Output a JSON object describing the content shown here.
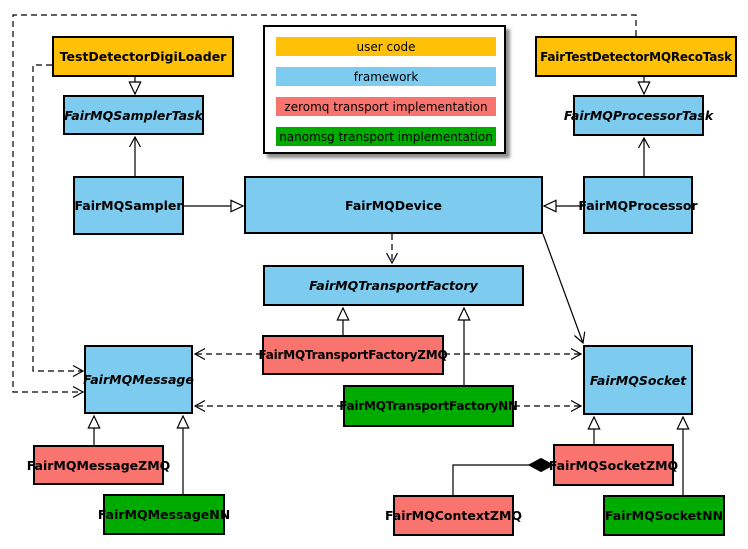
{
  "palette": {
    "user_code": "#FFC107",
    "framework": "#7DCBEE",
    "zeromq": "#F9746F",
    "nanomsg": "#00AB00",
    "line": "#000000",
    "background": "#FFFFFF"
  },
  "legend": {
    "items": [
      {
        "label": "user code",
        "color": "#FFC107"
      },
      {
        "label": "framework",
        "color": "#7DCBEE"
      },
      {
        "label": "zeromq transport implementation",
        "color": "#F9746F"
      },
      {
        "label": "nanomsg transport implementation",
        "color": "#00AB00"
      }
    ]
  },
  "nodes": {
    "digiloader": {
      "label": "TestDetectorDigiLoader",
      "category": "user code"
    },
    "recotask": {
      "label": "FairTestDetectorMQRecoTask",
      "category": "user code"
    },
    "samplertask": {
      "label": "FairMQSamplerTask",
      "category": "framework",
      "abstract": true
    },
    "processortask": {
      "label": "FairMQProcessorTask",
      "category": "framework",
      "abstract": true
    },
    "sampler": {
      "label": "FairMQSampler",
      "category": "framework"
    },
    "processor": {
      "label": "FairMQProcessor",
      "category": "framework"
    },
    "device": {
      "label": "FairMQDevice",
      "category": "framework"
    },
    "transportfactory": {
      "label": "FairMQTransportFactory",
      "category": "framework",
      "abstract": true
    },
    "tfzmq": {
      "label": "FairMQTransportFactoryZMQ",
      "category": "zeromq"
    },
    "tfnn": {
      "label": "FairMQTransportFactoryNN",
      "category": "nanomsg"
    },
    "message": {
      "label": "FairMQMessage",
      "category": "framework",
      "abstract": true
    },
    "socket": {
      "label": "FairMQSocket",
      "category": "framework",
      "abstract": true
    },
    "messagezmq": {
      "label": "FairMQMessageZMQ",
      "category": "zeromq"
    },
    "messagenn": {
      "label": "FairMQMessageNN",
      "category": "nanomsg"
    },
    "socketzmq": {
      "label": "FairMQSocketZMQ",
      "category": "zeromq"
    },
    "socketnn": {
      "label": "FairMQSocketNN",
      "category": "nanomsg"
    },
    "contextzmq": {
      "label": "FairMQContextZMQ",
      "category": "zeromq"
    }
  },
  "edges": [
    {
      "from": "TestDetectorDigiLoader",
      "to": "FairMQSamplerTask",
      "relation": "inheritance-triangle"
    },
    {
      "from": "FairTestDetectorMQRecoTask",
      "to": "FairMQProcessorTask",
      "relation": "inheritance-triangle"
    },
    {
      "from": "FairMQSampler",
      "to": "FairMQSamplerTask",
      "relation": "arrow-open"
    },
    {
      "from": "FairMQProcessor",
      "to": "FairMQProcessorTask",
      "relation": "arrow-open"
    },
    {
      "from": "FairMQSampler",
      "to": "FairMQDevice",
      "relation": "inheritance-triangle"
    },
    {
      "from": "FairMQProcessor",
      "to": "FairMQDevice",
      "relation": "inheritance-triangle"
    },
    {
      "from": "FairMQDevice",
      "to": "FairMQTransportFactory",
      "relation": "dependency-dashed"
    },
    {
      "from": "FairMQDevice",
      "to": "FairMQSocket",
      "relation": "arrow-open"
    },
    {
      "from": "FairMQTransportFactoryZMQ",
      "to": "FairMQTransportFactory",
      "relation": "inheritance-triangle"
    },
    {
      "from": "FairMQTransportFactoryNN",
      "to": "FairMQTransportFactory",
      "relation": "inheritance-triangle"
    },
    {
      "from": "FairMQTransportFactoryZMQ",
      "to": "FairMQMessage",
      "relation": "dependency-dashed"
    },
    {
      "from": "FairMQTransportFactoryNN",
      "to": "FairMQMessage",
      "relation": "dependency-dashed"
    },
    {
      "from": "FairMQTransportFactoryZMQ",
      "to": "FairMQSocket",
      "relation": "dependency-dashed"
    },
    {
      "from": "FairMQTransportFactoryNN",
      "to": "FairMQSocket",
      "relation": "dependency-dashed"
    },
    {
      "from": "TestDetectorDigiLoader",
      "to": "FairMQMessage",
      "relation": "dependency-dashed"
    },
    {
      "from": "FairTestDetectorMQRecoTask",
      "to": "FairMQMessage",
      "relation": "dependency-dashed"
    },
    {
      "from": "FairMQMessageZMQ",
      "to": "FairMQMessage",
      "relation": "inheritance-triangle"
    },
    {
      "from": "FairMQMessageNN",
      "to": "FairMQMessage",
      "relation": "inheritance-triangle"
    },
    {
      "from": "FairMQSocketZMQ",
      "to": "FairMQSocket",
      "relation": "inheritance-triangle"
    },
    {
      "from": "FairMQSocketNN",
      "to": "FairMQSocket",
      "relation": "inheritance-triangle"
    },
    {
      "from": "FairMQContextZMQ",
      "to": "FairMQSocketZMQ",
      "relation": "composition-diamond"
    }
  ]
}
